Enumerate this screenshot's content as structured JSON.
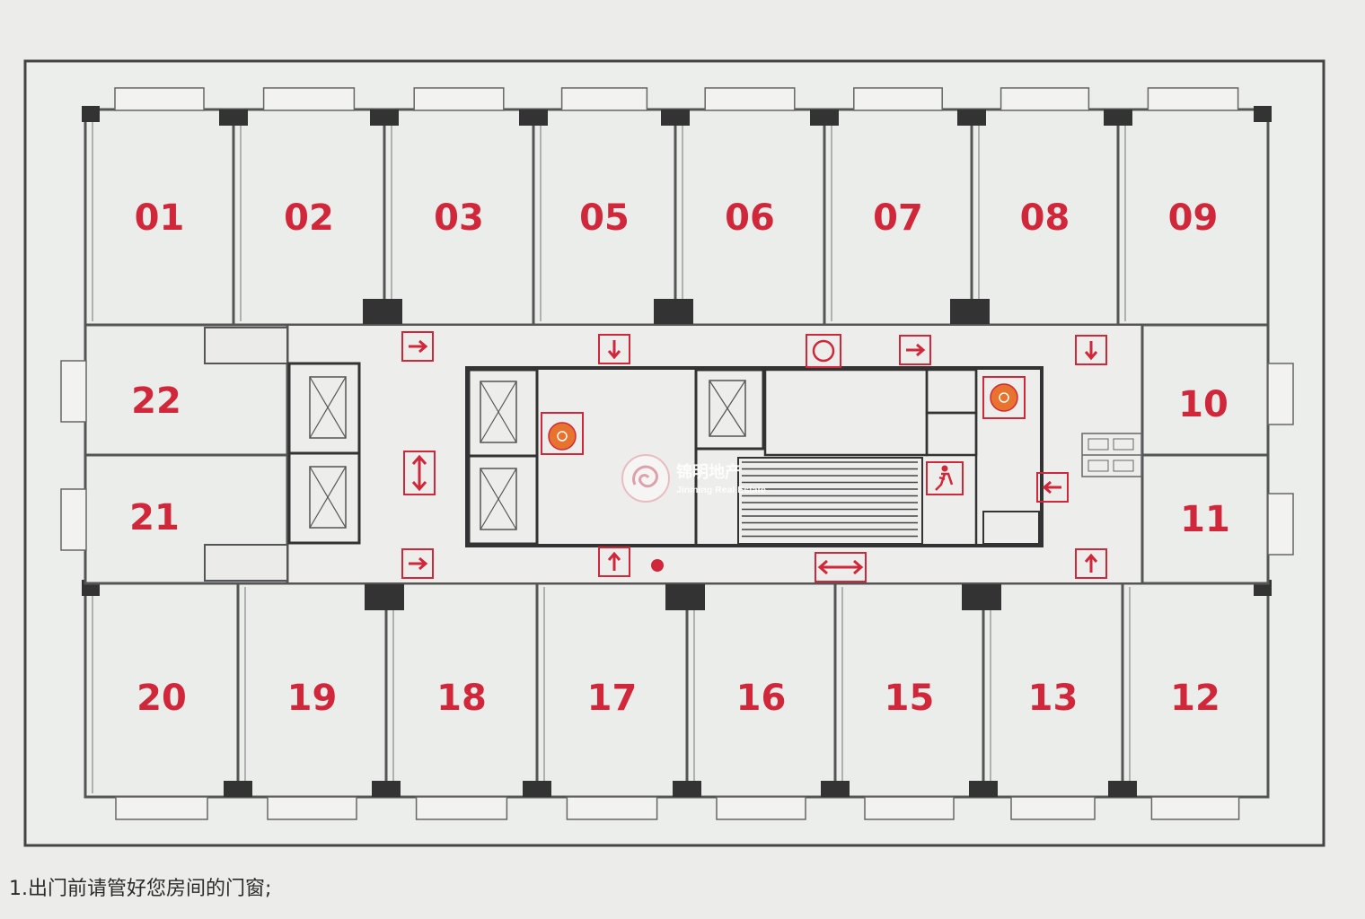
{
  "floor_plan": {
    "rooms_top": [
      "01",
      "02",
      "03",
      "05",
      "06",
      "07",
      "08",
      "09"
    ],
    "rooms_bottom": [
      "20",
      "19",
      "18",
      "17",
      "16",
      "15",
      "13",
      "12"
    ],
    "rooms_left": [
      "22",
      "21"
    ],
    "rooms_right": [
      "10",
      "11"
    ],
    "accent_color": "#d0283a",
    "wall_color": "#333333"
  },
  "watermark": {
    "title": "锦明地产",
    "subtitle": "Jinming Real Estate",
    "logo_icon": "swirl-logo-icon"
  },
  "notes": {
    "line1": "1.出门前请管好您房间的门窗;"
  }
}
